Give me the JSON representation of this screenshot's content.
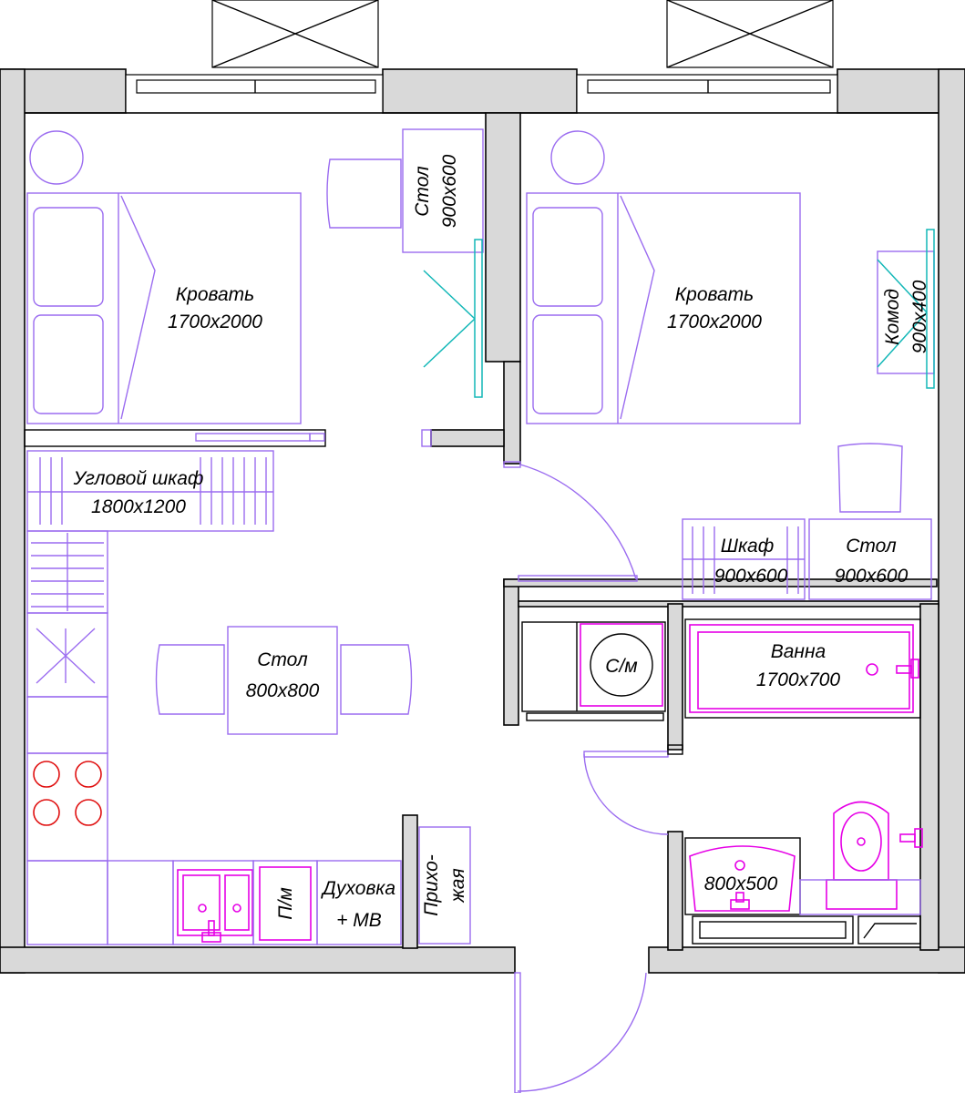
{
  "labels": {
    "bed_left_name": "Кровать",
    "bed_left_size": "1700x2000",
    "bed_right_name": "Кровать",
    "bed_right_size": "1700x2000",
    "desk_left_name": "Стол",
    "desk_left_size": "900x600",
    "dresser_name": "Комод",
    "dresser_size": "900x400",
    "corner_wardrobe_name": "Угловой шкаф",
    "corner_wardrobe_size": "1800x1200",
    "dining_table_name": "Стол",
    "dining_table_size": "800x800",
    "wardrobe_name": "Шкаф",
    "wardrobe_size": "900x600",
    "desk_right_name": "Стол",
    "desk_right_size": "900x600",
    "washer": "С/м",
    "bathtub_name": "Ванна",
    "bathtub_size": "1700x700",
    "washbasin_size": "800x500",
    "dishwasher": "П/м",
    "oven_line1": "Духовка",
    "oven_line2": "+ МВ",
    "hallway_line1": "Прихо-",
    "hallway_line2": "жая"
  },
  "colors": {
    "walls": "#d9d9d9",
    "furniture": "#9b6cf0",
    "plumbing": "#e600e6",
    "windows_doors_glass": "#12b7b7",
    "stove_burners": "#e01010"
  }
}
